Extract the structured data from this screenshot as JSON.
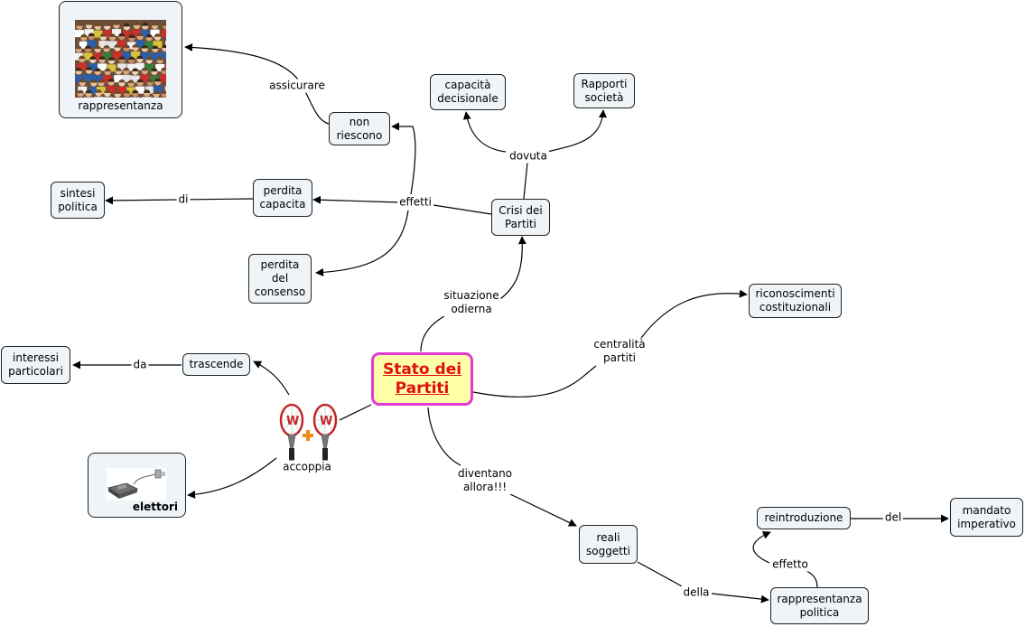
{
  "central": {
    "label": "Stato dei\nPartiti",
    "color_border": "#e03ad0",
    "color_fill": "#ffffa8",
    "color_text": "#e01010"
  },
  "nodes": {
    "rappresentanza_img": "rappresentanza",
    "non_riescono": "non\nriescono",
    "capacita_decisionale": "capacità\ndecisionale",
    "rapporti_societa": "Rapporti\nsocietà",
    "sintesi_politica": "sintesi\npolitica",
    "perdita_capacita": "perdita\ncapacita",
    "crisi_partiti": "Crisi dei\nPartiti",
    "perdita_consenso": "perdita\ndel\nconsenso",
    "riconoscimenti": "riconoscimenti\ncostituzionali",
    "interessi": "interessi\nparticolari",
    "trascende": "trascende",
    "elettori": "elettori",
    "reali_soggetti": "reali\nsoggetti",
    "reintroduzione": "reintroduzione",
    "mandato": "mandato\nimperativo",
    "rappresentanza_politica": "rappresentanza\npolitica"
  },
  "links": {
    "assicurare": "assicurare",
    "dovuta": "dovuta",
    "di": "di",
    "effetti": "effetti",
    "situazione_odierna": "situazione\nodierna",
    "centralita_partiti": "centralità\npartiti",
    "da": "da",
    "accoppia": "accoppia",
    "diventano_allora": "diventano\nallora!!!",
    "del": "del",
    "effetto": "effetto",
    "della": "della"
  },
  "icons": {
    "crowd": "crowd-photo-icon",
    "voting_machine": "voting-machine-icon",
    "rackets": "tennis-rackets-icon"
  }
}
